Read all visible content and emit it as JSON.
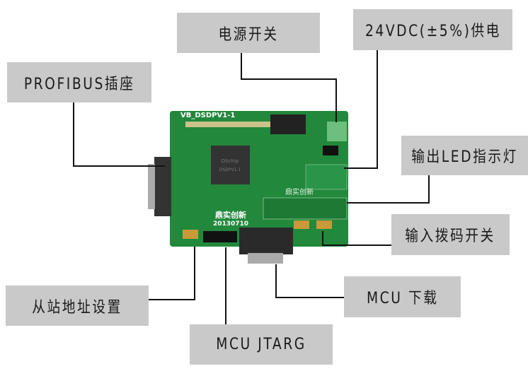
{
  "labels": {
    "power_switch": "电源开关",
    "power_supply": "24VDC(±5%)供电",
    "profibus_socket": "PROFIBUS插座",
    "output_led": "输出LED指示灯",
    "input_dip_switch": "输入拨码开关",
    "slave_address": "从站地址设置",
    "mcu_download": "MCU 下载",
    "mcu_jtag": "MCU JTARG"
  },
  "board": {
    "model": "VB_DSDPV1-1",
    "chip_brand": "DSchip",
    "chip_model": "DSDPV1-1",
    "logo_text": "鼎实创新",
    "date": "20130710",
    "logo_text_small": "鼎实创新"
  },
  "colors": {
    "label_bg": "#c9c9c9",
    "board_green": "#1f8a3a",
    "line": "#111111"
  }
}
